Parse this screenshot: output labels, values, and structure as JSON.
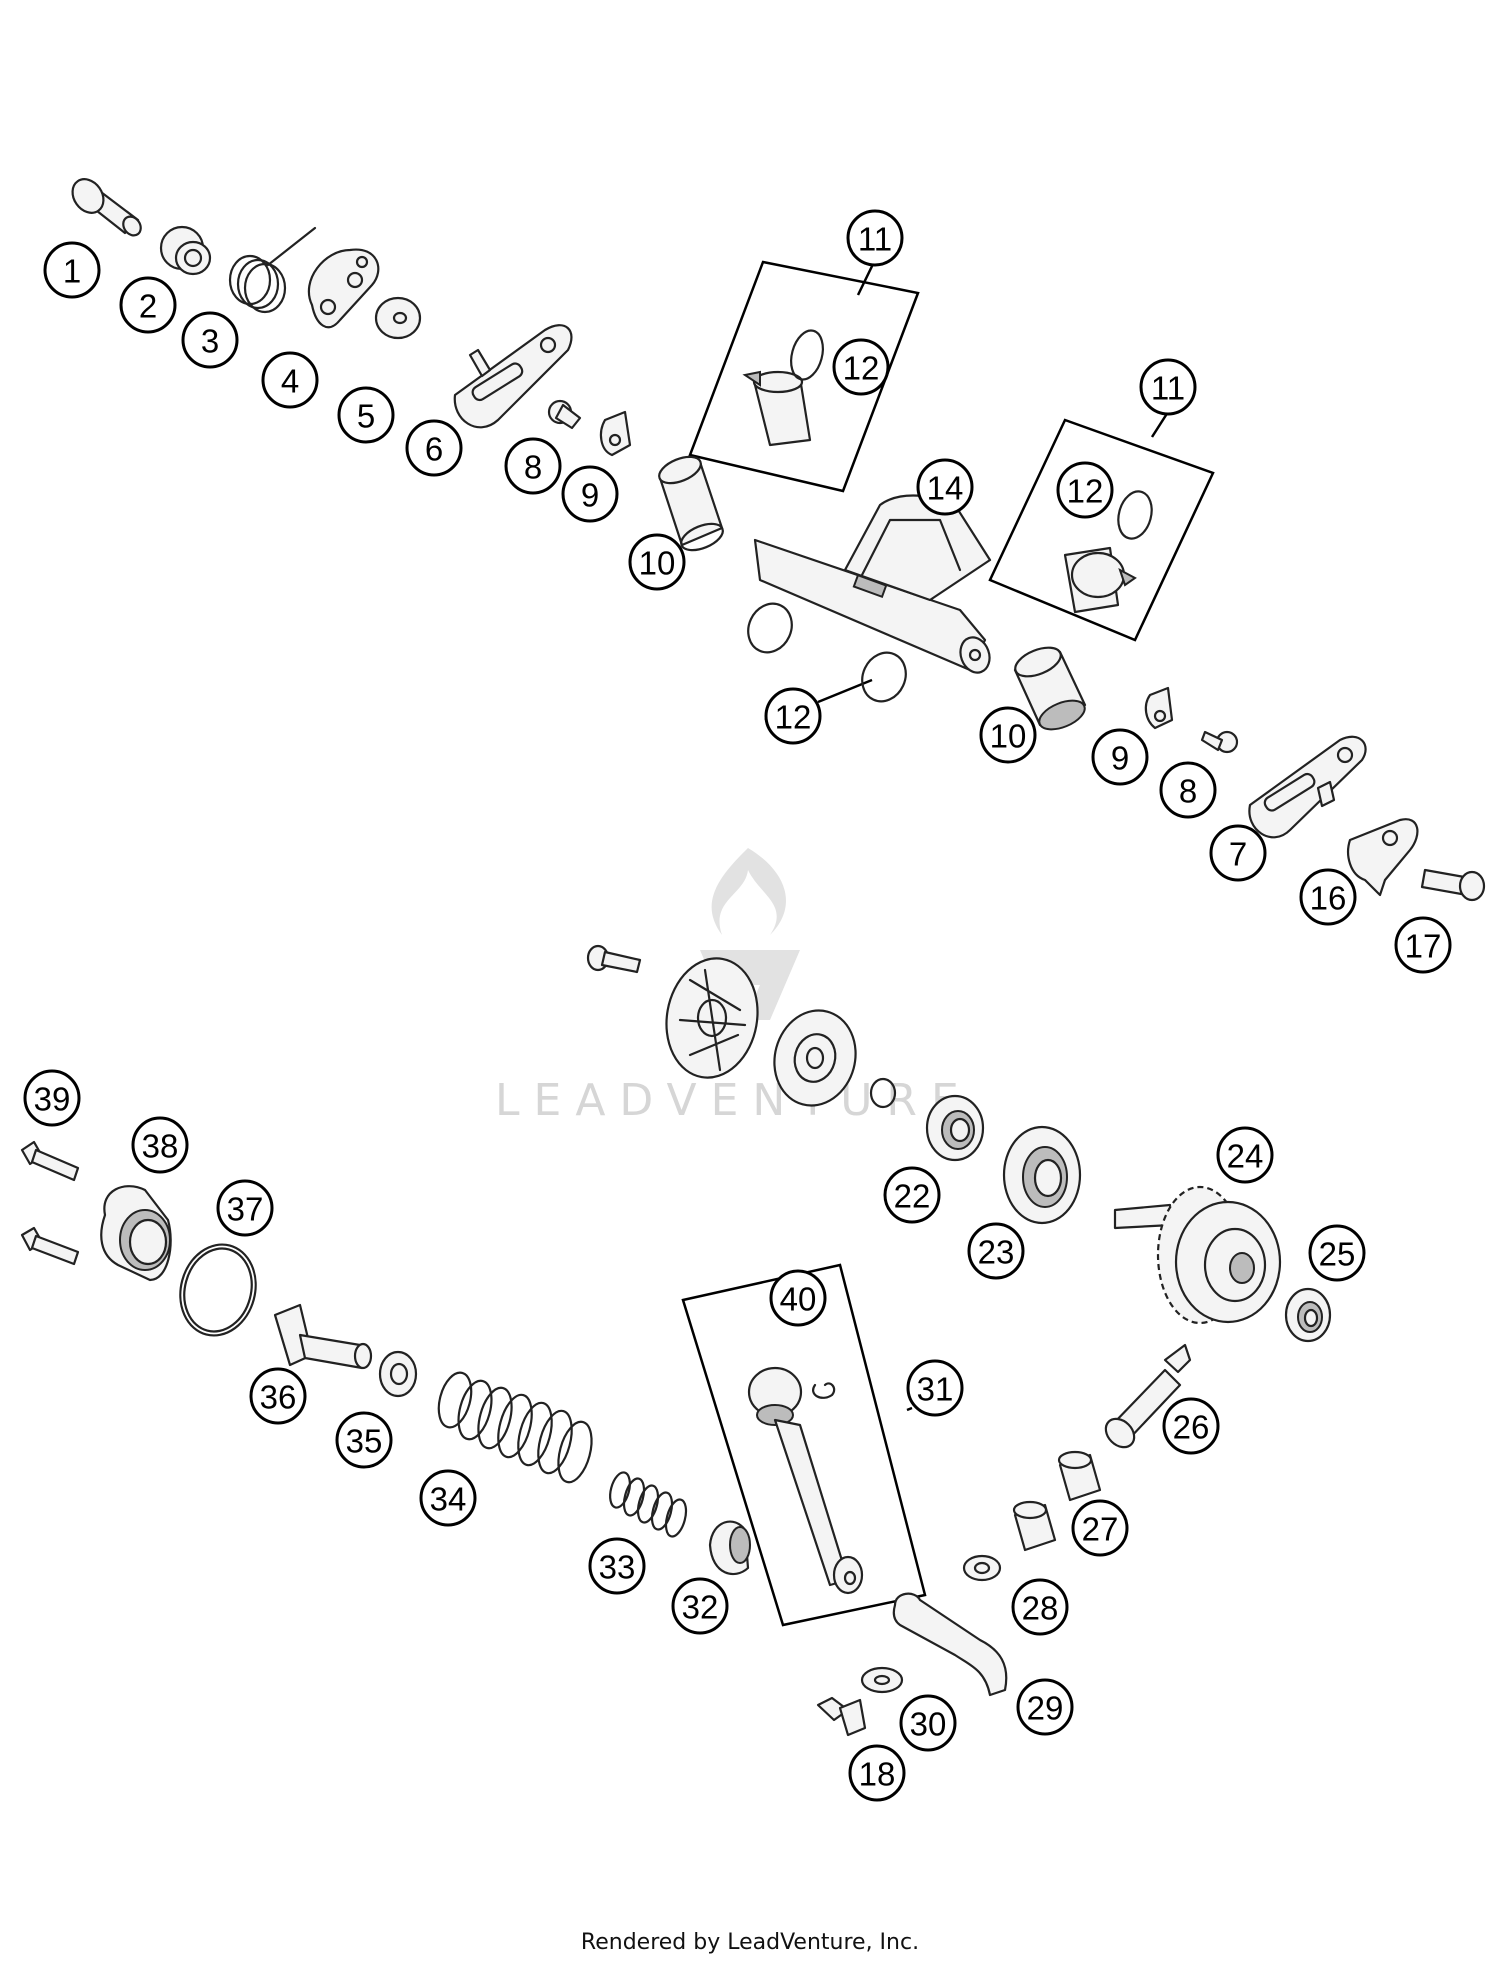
{
  "watermark": {
    "text": "LEADVENTURE"
  },
  "footer": {
    "text": "Rendered by LeadVenture, Inc."
  },
  "callouts": [
    {
      "id": "c1",
      "label": "1"
    },
    {
      "id": "c2",
      "label": "2"
    },
    {
      "id": "c3",
      "label": "3"
    },
    {
      "id": "c4",
      "label": "4"
    },
    {
      "id": "c5",
      "label": "5"
    },
    {
      "id": "c6",
      "label": "6"
    },
    {
      "id": "c8a",
      "label": "8"
    },
    {
      "id": "c9a",
      "label": "9"
    },
    {
      "id": "c10a",
      "label": "10"
    },
    {
      "id": "c11a",
      "label": "11"
    },
    {
      "id": "c12a",
      "label": "12"
    },
    {
      "id": "c14",
      "label": "14"
    },
    {
      "id": "c11b",
      "label": "11"
    },
    {
      "id": "c12b",
      "label": "12"
    },
    {
      "id": "c12c",
      "label": "12"
    },
    {
      "id": "c10b",
      "label": "10"
    },
    {
      "id": "c9b",
      "label": "9"
    },
    {
      "id": "c8b",
      "label": "8"
    },
    {
      "id": "c7",
      "label": "7"
    },
    {
      "id": "c16",
      "label": "16"
    },
    {
      "id": "c17",
      "label": "17"
    },
    {
      "id": "c39",
      "label": "39"
    },
    {
      "id": "c38",
      "label": "38"
    },
    {
      "id": "c37",
      "label": "37"
    },
    {
      "id": "c36",
      "label": "36"
    },
    {
      "id": "c35",
      "label": "35"
    },
    {
      "id": "c34",
      "label": "34"
    },
    {
      "id": "c33",
      "label": "33"
    },
    {
      "id": "c32",
      "label": "32"
    },
    {
      "id": "c40",
      "label": "40"
    },
    {
      "id": "c31",
      "label": "31"
    },
    {
      "id": "c22",
      "label": "22"
    },
    {
      "id": "c23",
      "label": "23"
    },
    {
      "id": "c24",
      "label": "24"
    },
    {
      "id": "c25",
      "label": "25"
    },
    {
      "id": "c26",
      "label": "26"
    },
    {
      "id": "c27",
      "label": "27"
    },
    {
      "id": "c28",
      "label": "28"
    },
    {
      "id": "c29",
      "label": "29"
    },
    {
      "id": "c30",
      "label": "30"
    },
    {
      "id": "c18",
      "label": "18"
    }
  ]
}
